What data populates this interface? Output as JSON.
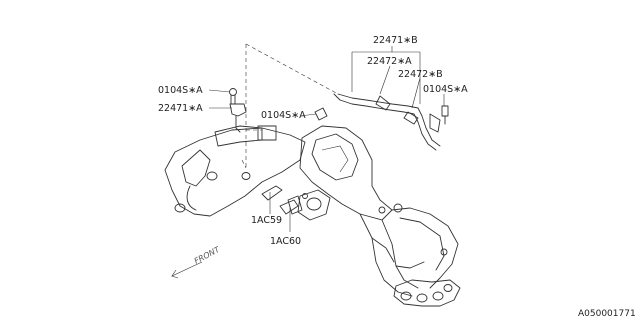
{
  "callouts": {
    "bracket_b": "22471∗B",
    "clip_a_upper": "22472∗A",
    "clip_b": "22472∗B",
    "bolt_right": "0104S∗A",
    "bolt_left": "0104S∗A",
    "bracket_a": "22471∗A",
    "bolt_center": "0104S∗A",
    "hose_1ac59": "1AC59",
    "hose_1ac60": "1AC60"
  },
  "direction_label": "FRONT",
  "reference_id": "A050001771"
}
